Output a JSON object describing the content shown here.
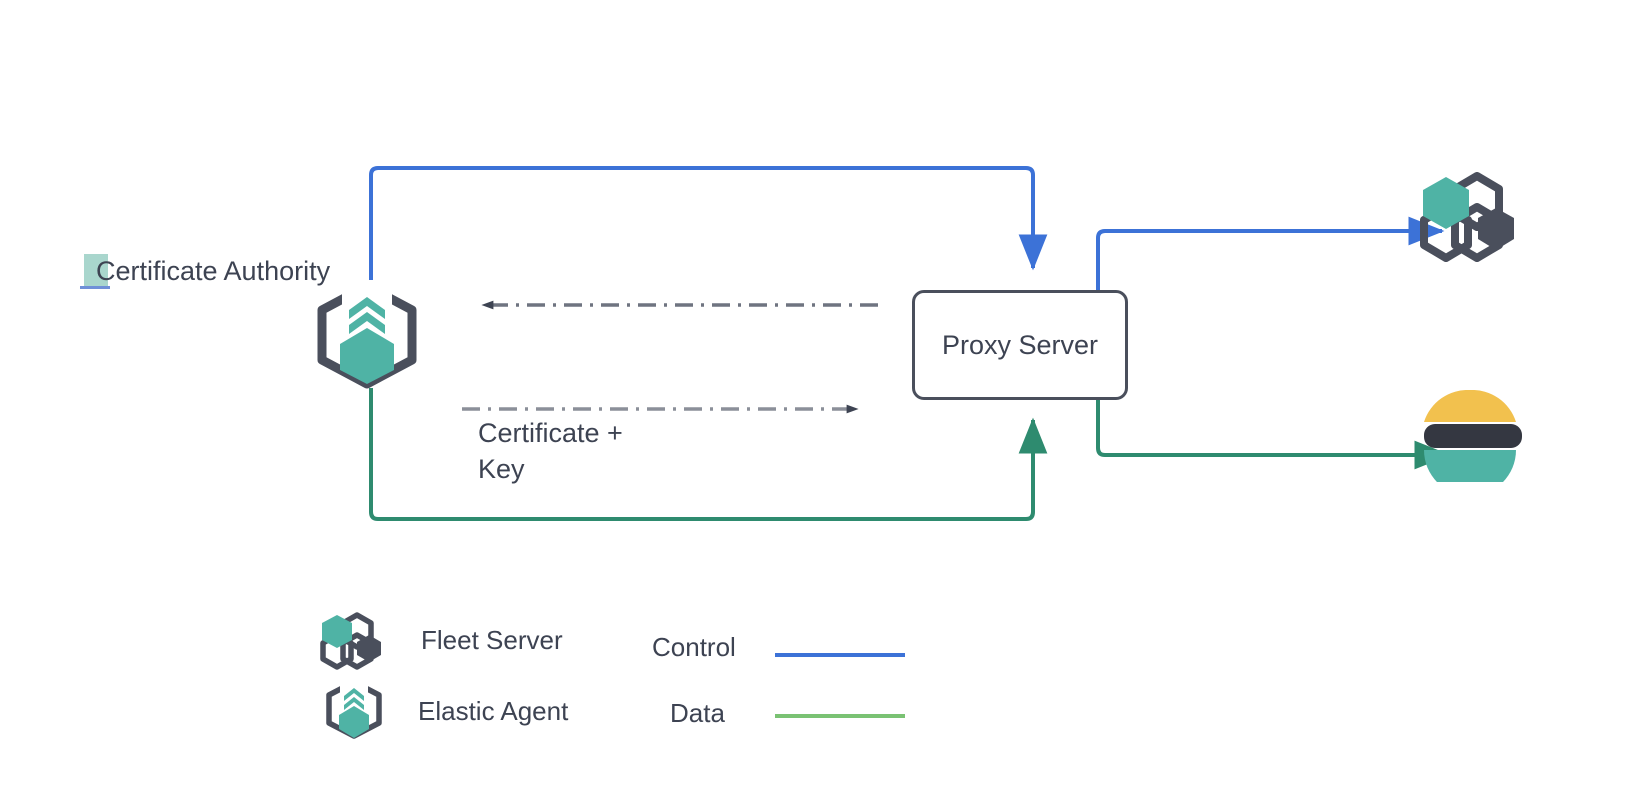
{
  "diagram": {
    "title_visible": false,
    "background": "#ffffff",
    "nodes": [
      {
        "id": "certificate-authority",
        "label": "Certificate Authority",
        "icon": "elastic-agent-icon",
        "selected_fragment": "C"
      },
      {
        "id": "proxy-server",
        "label": "Proxy Server",
        "shape": "rounded-rect",
        "border_color": "#4a4f5c"
      },
      {
        "id": "fleet-server",
        "label": "",
        "icon": "fleet-server-icon"
      },
      {
        "id": "elasticsearch",
        "label": "",
        "icon": "elasticsearch-icon"
      }
    ],
    "edge_labels": {
      "certificate_key": "Certificate +\nKey"
    }
  },
  "legend": {
    "items": [
      {
        "icon": "fleet-server-icon",
        "label": "Fleet Server"
      },
      {
        "icon": "elastic-agent-icon",
        "label": "Elastic Agent"
      }
    ],
    "lines": [
      {
        "label": "Control",
        "color": "#3c72d7"
      },
      {
        "label": "Data",
        "color": "#7ac273"
      }
    ]
  },
  "colors": {
    "control_blue": "#3c72d7",
    "data_green_flow": "#2e8b6f",
    "data_green_legend": "#7ac273",
    "teal": "#4fb3a5",
    "dark_slate": "#4a4f5c",
    "text": "#3d4352",
    "dash_gray": "#8b8f99",
    "es_yellow": "#f2c14e",
    "es_dark": "#343741",
    "es_teal": "#4fb3a5",
    "selection_teal": "#a9d6cd",
    "selection_underline": "#6f90d8"
  }
}
